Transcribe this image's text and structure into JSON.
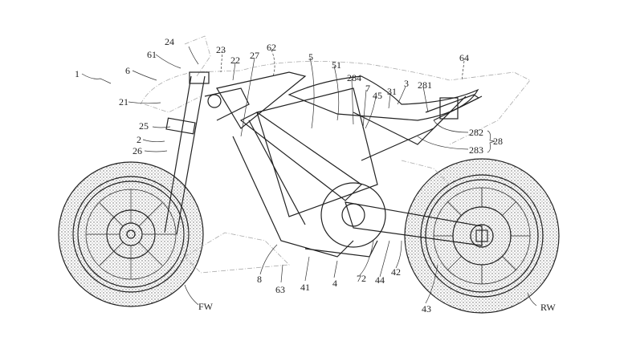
{
  "figure": {
    "type": "patent-drawing",
    "subject": "electric motorcycle side view",
    "reference_labels": [
      {
        "id": "l1",
        "text": "1"
      },
      {
        "id": "l6",
        "text": "6"
      },
      {
        "id": "l61",
        "text": "61"
      },
      {
        "id": "l24",
        "text": "24"
      },
      {
        "id": "l23",
        "text": "23"
      },
      {
        "id": "l22",
        "text": "22"
      },
      {
        "id": "l27",
        "text": "27"
      },
      {
        "id": "l62",
        "text": "62"
      },
      {
        "id": "l5",
        "text": "5"
      },
      {
        "id": "l51",
        "text": "51"
      },
      {
        "id": "l284",
        "text": "284"
      },
      {
        "id": "l7",
        "text": "7"
      },
      {
        "id": "l45",
        "text": "45"
      },
      {
        "id": "l31",
        "text": "31"
      },
      {
        "id": "l3",
        "text": "3"
      },
      {
        "id": "l281",
        "text": "281"
      },
      {
        "id": "l64",
        "text": "64"
      },
      {
        "id": "l21",
        "text": "21"
      },
      {
        "id": "l25",
        "text": "25"
      },
      {
        "id": "l2",
        "text": "2"
      },
      {
        "id": "l26",
        "text": "26"
      },
      {
        "id": "l282",
        "text": "282"
      },
      {
        "id": "l283",
        "text": "283"
      },
      {
        "id": "l28",
        "text": "28"
      },
      {
        "id": "l8",
        "text": "8"
      },
      {
        "id": "l63",
        "text": "63"
      },
      {
        "id": "l41",
        "text": "41"
      },
      {
        "id": "l4",
        "text": "4"
      },
      {
        "id": "l72",
        "text": "72"
      },
      {
        "id": "l44",
        "text": "44"
      },
      {
        "id": "l42",
        "text": "42"
      },
      {
        "id": "l43",
        "text": "43"
      },
      {
        "id": "lFW",
        "text": "FW"
      },
      {
        "id": "lRW",
        "text": "RW"
      }
    ]
  }
}
